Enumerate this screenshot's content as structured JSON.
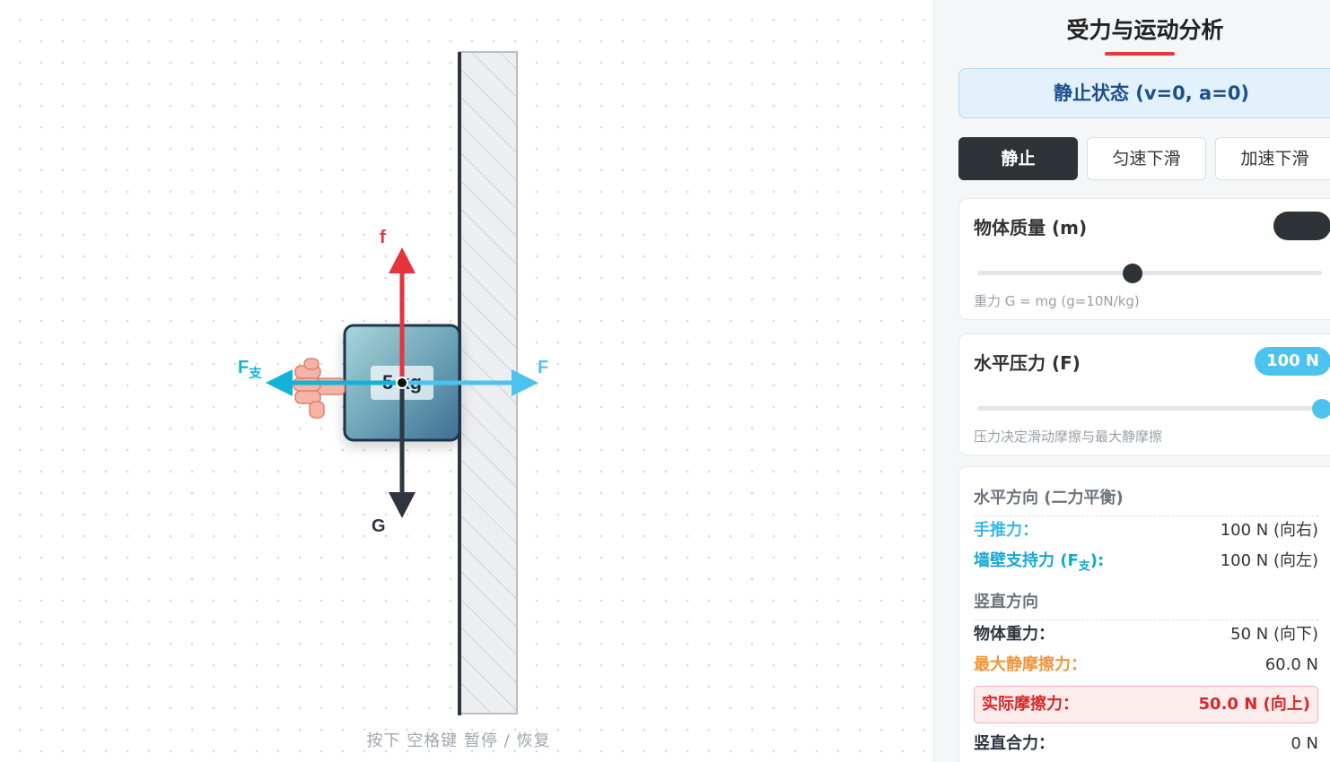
{
  "scene": {
    "block_mass_label": "5 kg",
    "force_labels": {
      "friction": "f",
      "gravity": "G",
      "push": "F",
      "support_main": "F",
      "support_sub": "支"
    },
    "hint": "按下 空格键 暂停 / 恢复",
    "colors": {
      "friction": "#e5343d",
      "gravity": "#2f3540",
      "push": "#4cc3ee",
      "support": "#12b3d6"
    }
  },
  "panel": {
    "title": "受力与运动分析",
    "state_banner": "静止状态 (v=0, a=0)",
    "modes": [
      {
        "label": "静止",
        "active": true
      },
      {
        "label": "匀速下滑",
        "active": false
      },
      {
        "label": "加速下滑",
        "active": false
      }
    ],
    "mass_card": {
      "title": "物体质量 (m)",
      "value": "",
      "slider_fraction": 0.45,
      "note": "重力 G = mg (g=10N/kg)"
    },
    "pressure_card": {
      "title": "水平压力 (F)",
      "value": "100 N",
      "slider_fraction": 1.0,
      "note": "压力决定滑动摩擦与最大静摩擦"
    },
    "analysis": {
      "horizontal_head": "水平方向 (二力平衡)",
      "push_key": "手推力：",
      "push_val": "100 N (向右)",
      "support_key_main": "墙壁支持力 (F",
      "support_key_sub": "支",
      "support_key_end": "):",
      "support_val": "100 N (向左)",
      "vertical_head": "竖直方向",
      "gravity_key": "物体重力：",
      "gravity_val": "50 N (向下)",
      "max_static_key": "最大静摩擦力：",
      "max_static_val": "60.0 N",
      "actual_friction_key": "实际摩擦力：",
      "actual_friction_val": "50.0 N (向上)",
      "net_key": "竖直合力：",
      "net_val": "0 N"
    }
  }
}
